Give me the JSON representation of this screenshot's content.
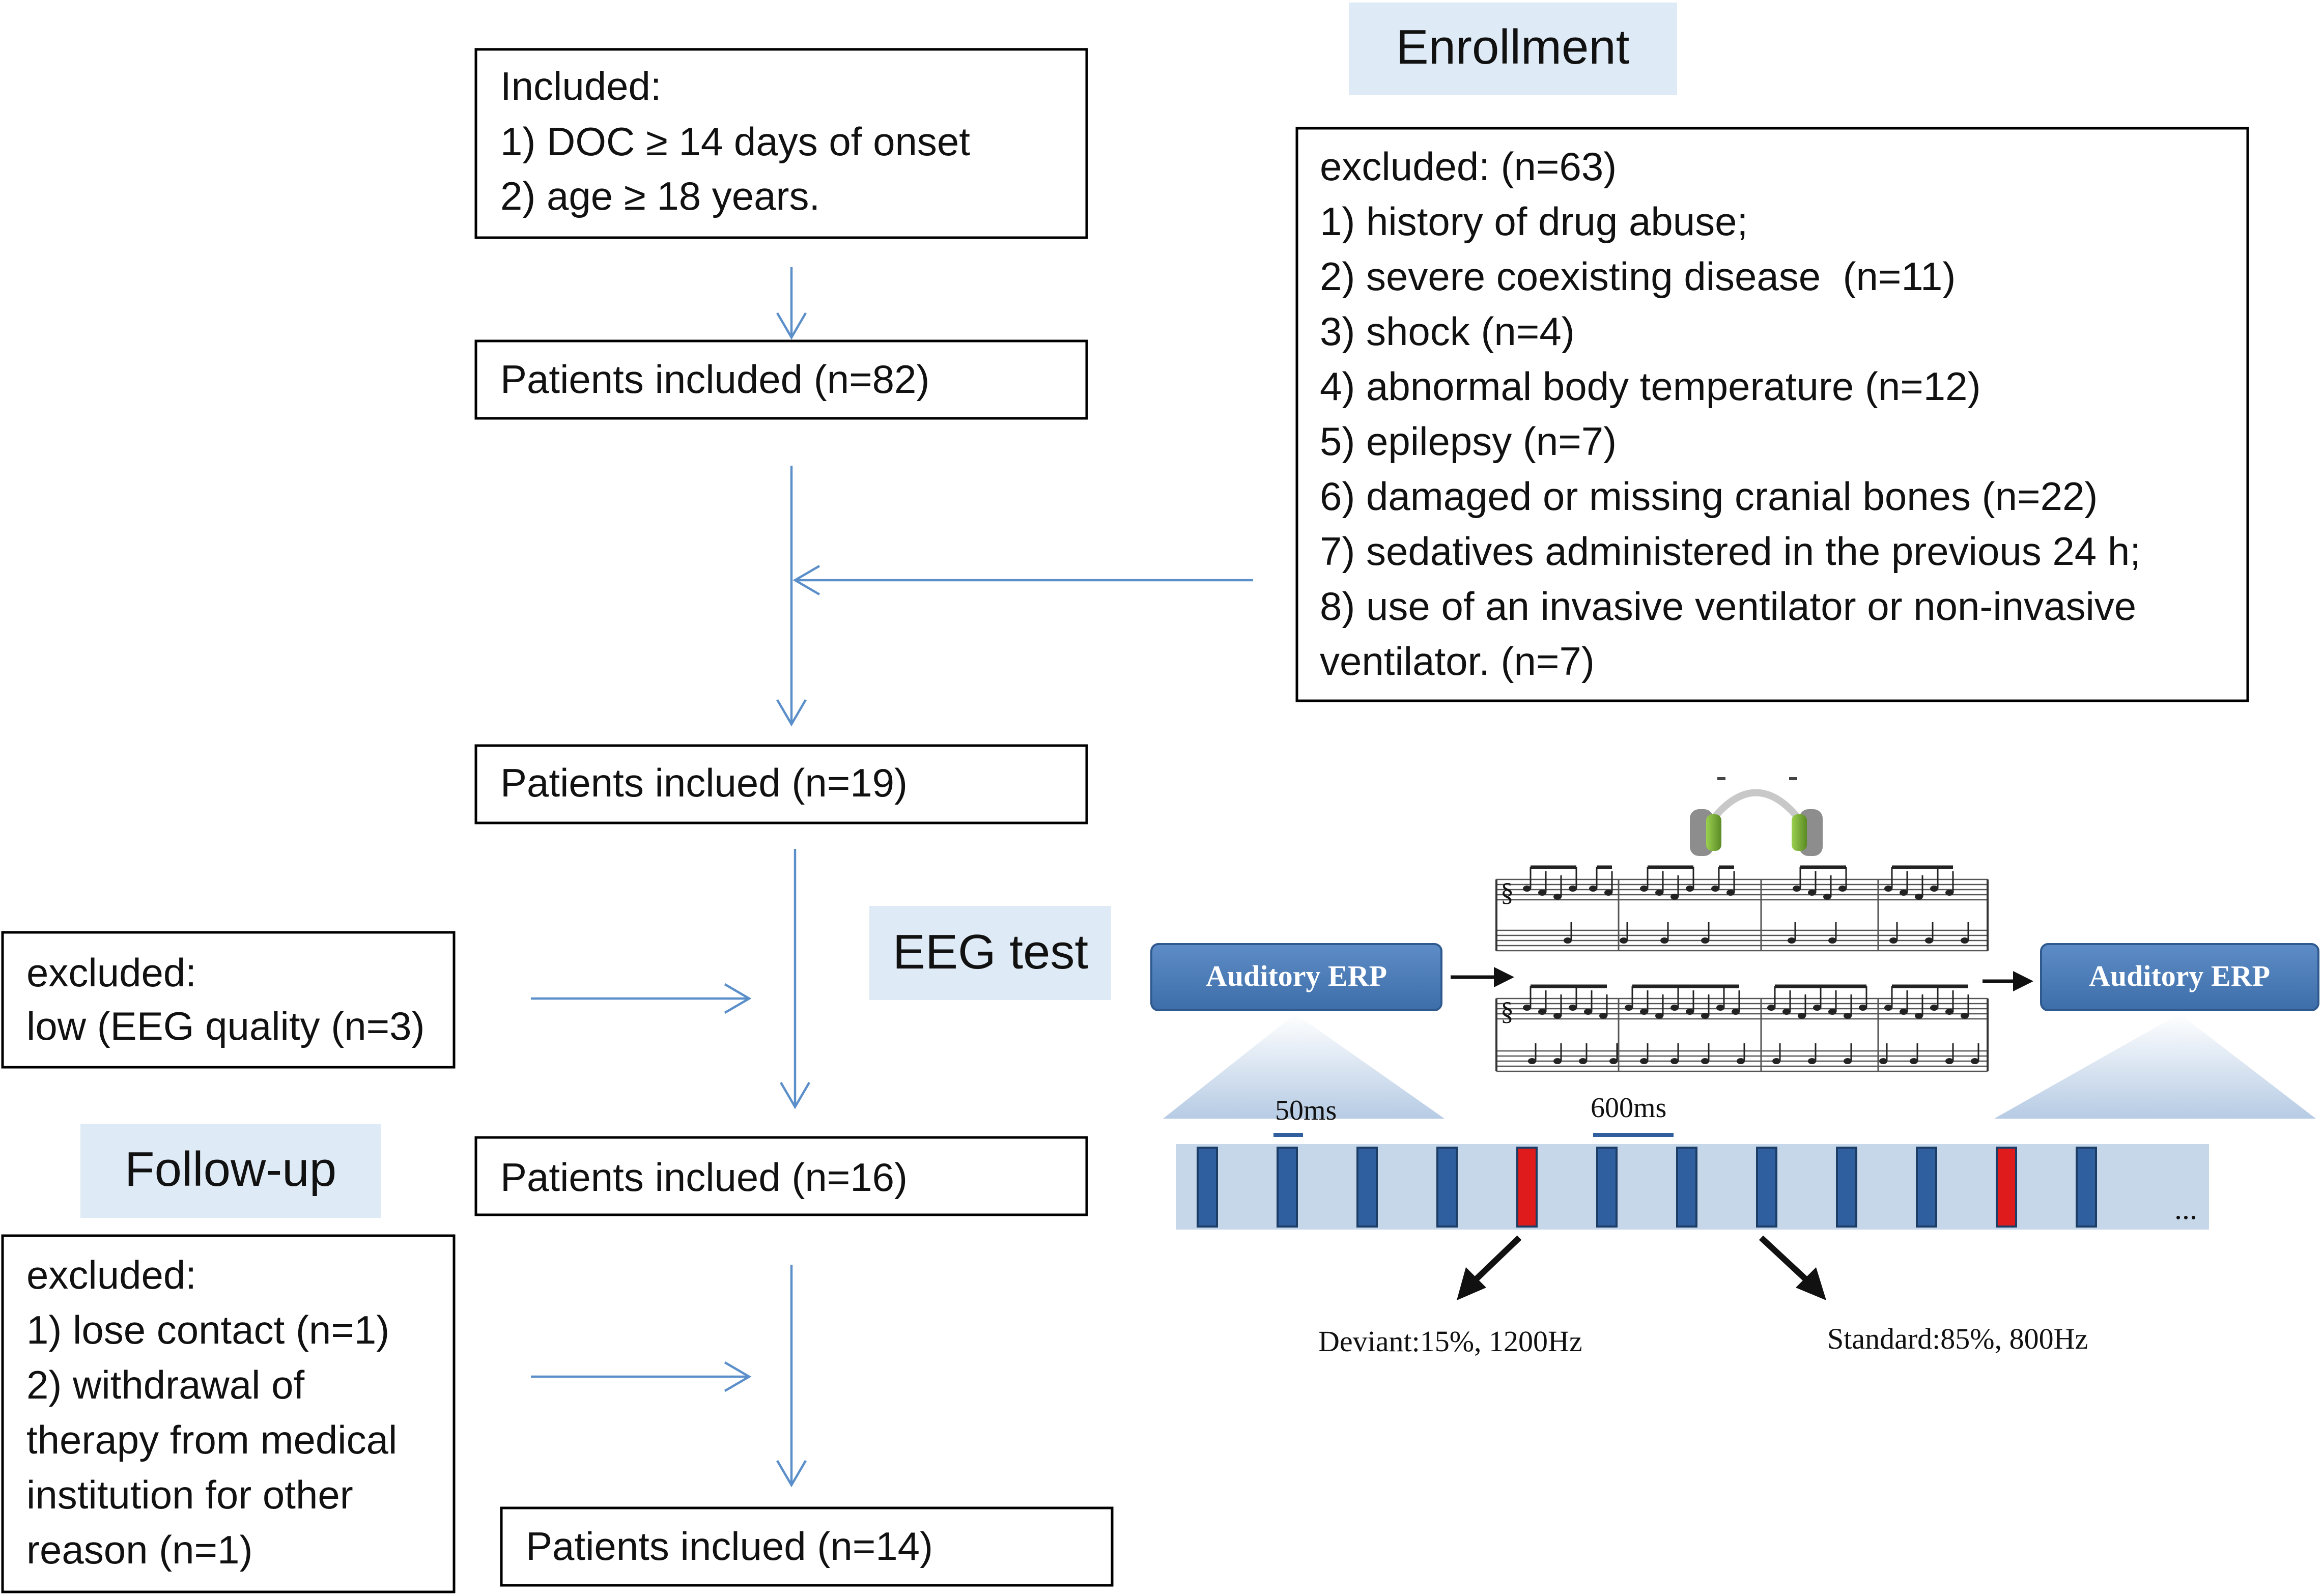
{
  "labels": {
    "enrollment": "Enrollment",
    "eeg_test": "EEG test",
    "follow_up": "Follow-up"
  },
  "boxes": {
    "inclusion": {
      "lines": [
        "Included:",
        "1) DOC ≥ 14 days of onset",
        "2) age ≥ 18 years."
      ]
    },
    "patients_82": "Patients included (n=82)",
    "exclusion_enrollment": {
      "lines": [
        "excluded: (n=63)",
        "1) history of drug abuse;",
        "2) severe coexisting disease  (n=11)",
        "3) shock (n=4)",
        "4) abnormal body temperature (n=12)",
        "5) epilepsy (n=7)",
        "6) damaged or missing cranial bones (n=22)",
        "7) sedatives administered in the previous 24 h;",
        "8) use of an invasive ventilator or non-invasive",
        "ventilator. (n=7)"
      ]
    },
    "patients_19": "Patients inclued (n=19)",
    "exclusion_eeg": {
      "lines": [
        "excluded:",
        "low (EEG quality (n=3)"
      ]
    },
    "patients_16": "Patients inclued (n=16)",
    "exclusion_followup": {
      "lines": [
        "excluded:",
        "1) lose contact (n=1)",
        "2) withdrawal of",
        "therapy from medical",
        "institution for other",
        "reason (n=1)"
      ]
    },
    "patients_14": "Patients inclued (n=14)"
  },
  "paradigm": {
    "auditory_erp_left": "Auditory ERP",
    "auditory_erp_right": "Auditory ERP",
    "label_50ms": "50ms",
    "label_600ms": "600ms",
    "ellipsis": "...",
    "deviant": "Deviant:15%, 1200Hz",
    "standard": "Standard:85%, 800Hz",
    "stimulus_sequence": [
      "standard",
      "standard",
      "standard",
      "standard",
      "deviant",
      "standard",
      "standard",
      "standard",
      "standard",
      "standard",
      "deviant",
      "standard"
    ],
    "colors": {
      "standard": "#2f5f9e",
      "deviant": "#e01b1b",
      "strip": "#c6d7ea",
      "erp_box": "#4a7ab5",
      "headphone": "#7aa83a"
    },
    "icons": [
      "headphones-icon",
      "music-score-icon"
    ]
  }
}
